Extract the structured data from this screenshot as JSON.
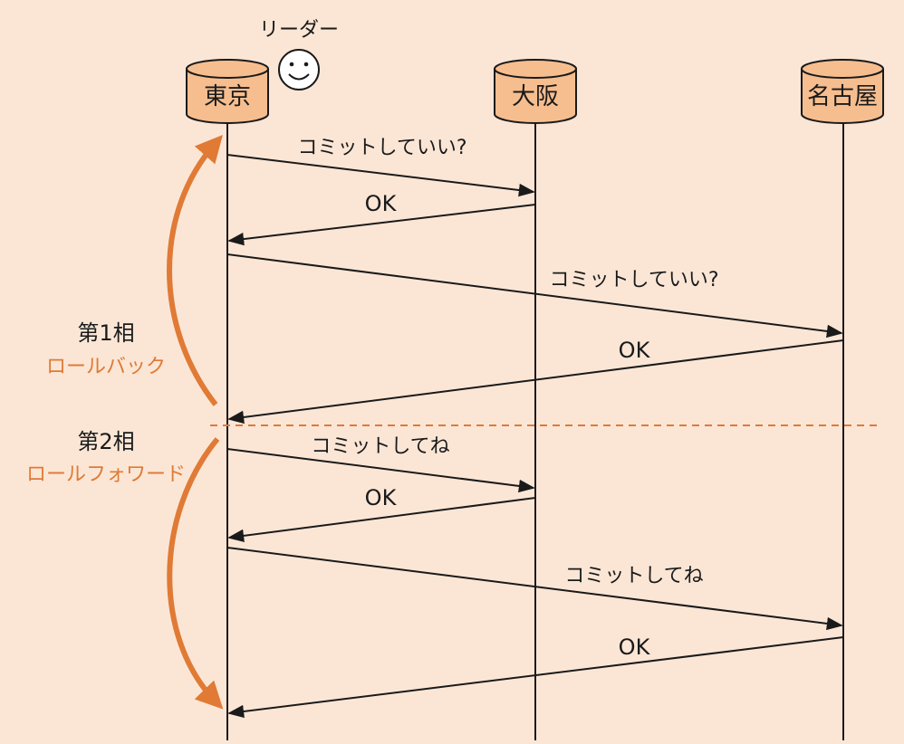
{
  "nodes": {
    "tokyo": "東京",
    "osaka": "大阪",
    "nagoya": "名古屋"
  },
  "leader": {
    "label": "リーダー",
    "icon": "smiley-face-icon"
  },
  "messages": {
    "m1": "コミットしていい?",
    "m2": "OK",
    "m3": "コミットしていい?",
    "m4": "OK",
    "m5": "コミットしてね",
    "m6": "OK",
    "m7": "コミットしてね",
    "m8": "OK"
  },
  "phases": {
    "phase1": {
      "title": "第1相",
      "subtitle": "ロールバック"
    },
    "phase2": {
      "title": "第2相",
      "subtitle": "ロールフォワード"
    }
  },
  "colors": {
    "background": "#fbe6d6",
    "node_fill": "#f6be8f",
    "accent": "#e07a35",
    "line": "#1a1a1a"
  }
}
